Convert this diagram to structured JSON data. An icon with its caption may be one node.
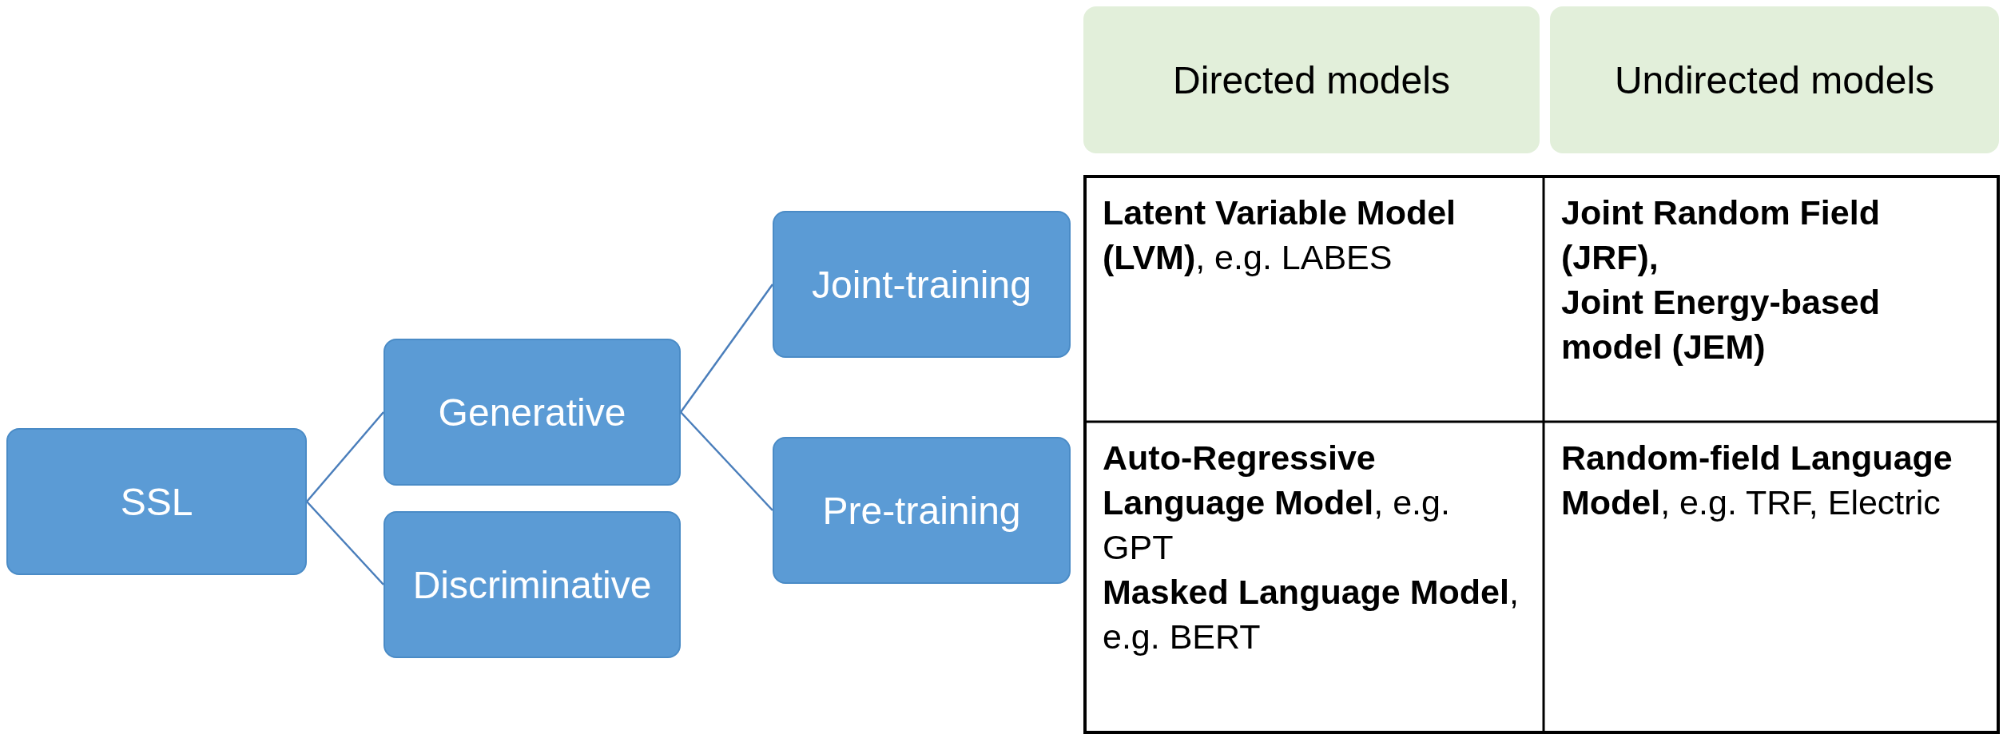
{
  "diagram": {
    "nodes": [
      {
        "text": [
          "SSL"
        ]
      },
      {
        "text": [
          "Generative"
        ]
      },
      {
        "text": [
          "Discriminative"
        ]
      },
      {
        "text": [
          "Joint-training"
        ]
      },
      {
        "text": [
          "Pre-training"
        ]
      },
      {
        "text": [
          "Directed models"
        ]
      },
      {
        "text": [
          "Undirected models"
        ]
      }
    ],
    "edges": [
      {
        "from": 0,
        "to": 1,
        "arrow": "none"
      },
      {
        "from": 0,
        "to": 2,
        "arrow": "none"
      },
      {
        "from": 1,
        "to": 3,
        "arrow": "none"
      },
      {
        "from": 1,
        "to": 4,
        "arrow": "none"
      }
    ],
    "labels": [
      "**Latent Variable Model (LVM)**, e.g. LABES",
      "Joint Random Field (JRF),",
      "Joint Energy-based model (JEM)",
      "**Auto-Regressive Language Model**, e.g. GPT",
      "**Masked Language Model**, e.g. BERT",
      "**Random-field Language Model**, e.g. TRF, Electric"
    ]
  }
}
